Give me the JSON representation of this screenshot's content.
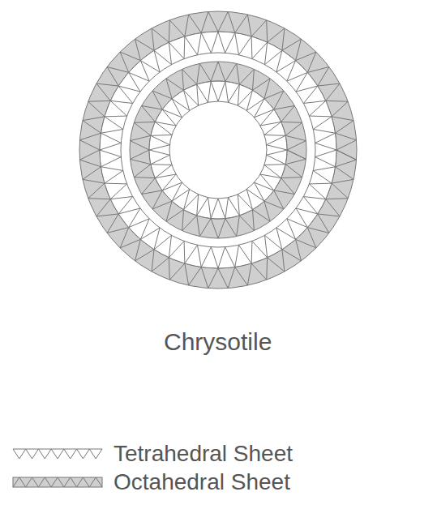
{
  "diagram": {
    "labels": [
      "Chrysotile"
    ],
    "legend": [
      {
        "text": "Tetrahedral Sheet"
      },
      {
        "text": "Octahedral Sheet"
      }
    ]
  }
}
